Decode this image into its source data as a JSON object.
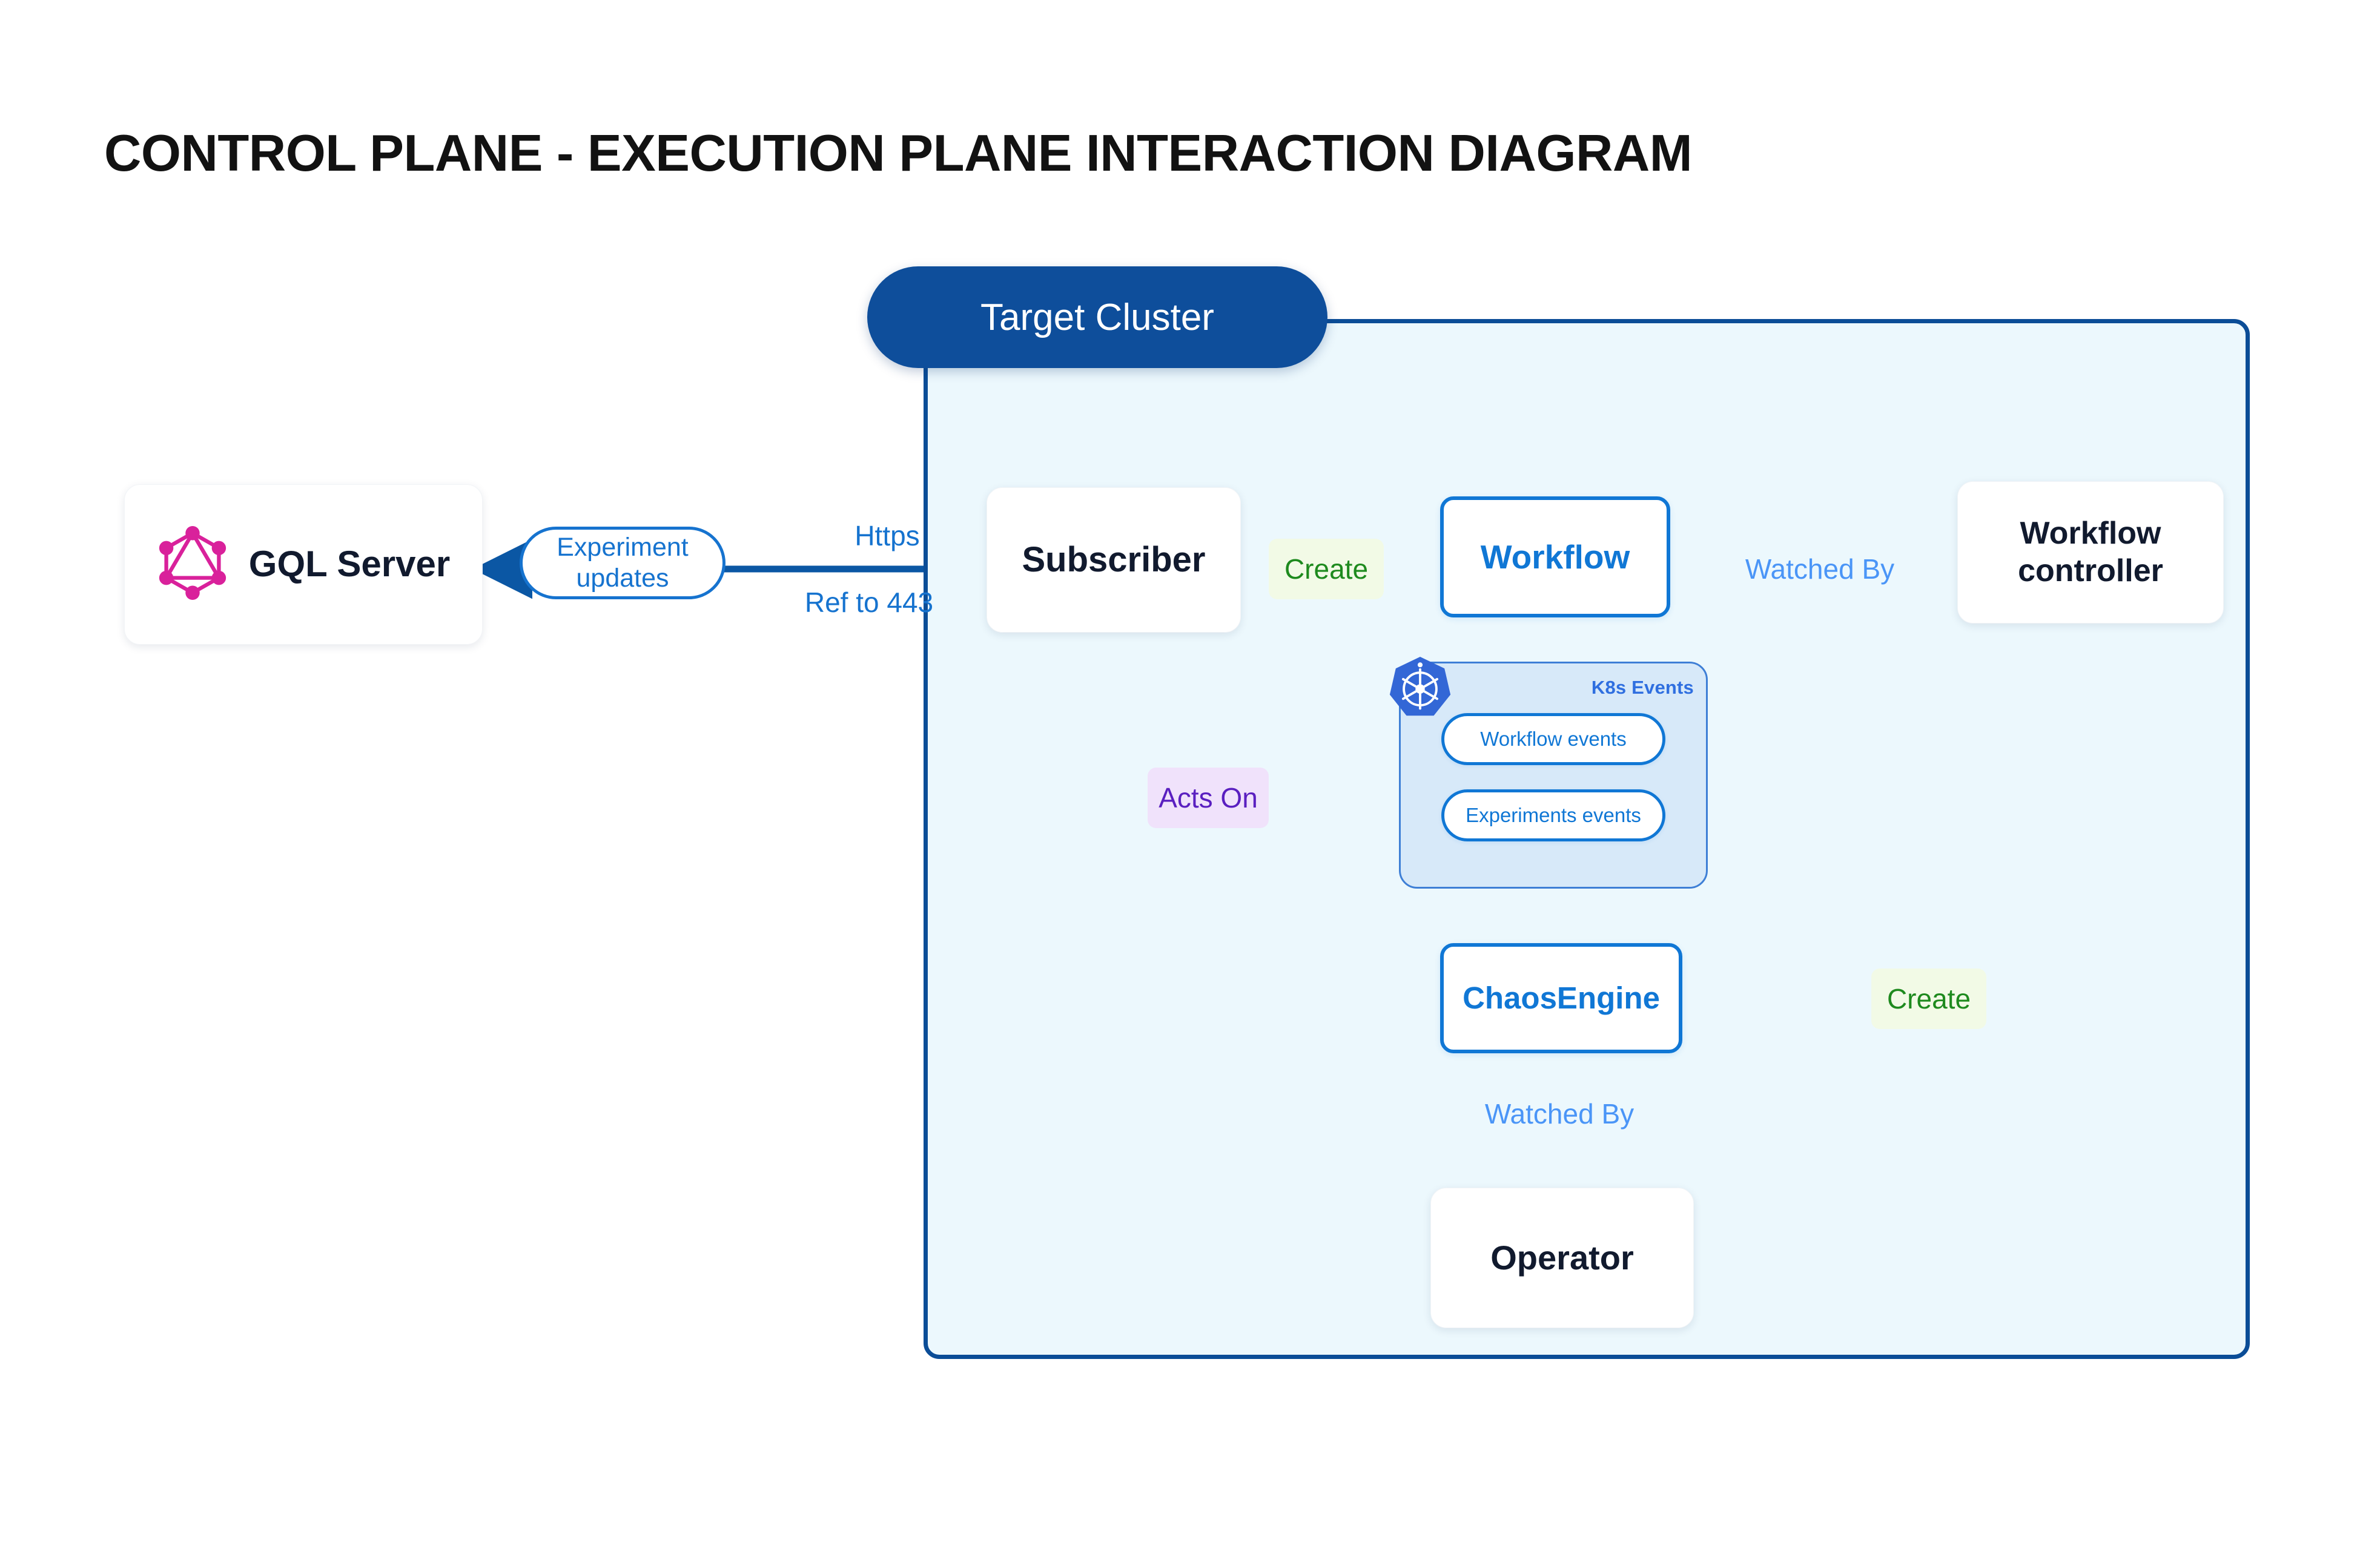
{
  "page": {
    "title": "CONTROL PLANE - EXECUTION PLANE INTERACTION DIAGRAM",
    "background": "#ffffff"
  },
  "colors": {
    "cluster_border": "#0B4D97",
    "cluster_fill": "#ECF8FD",
    "cluster_pill": "#0E4E9B",
    "blue_node": "#1077D5",
    "dark_text": "#111a2e",
    "green_edge": "#1E8A1E",
    "purple_edge": "#5A1FC0",
    "light_blue_edge": "#4A95F7",
    "dark_blue_edge": "#0B57A4",
    "gray_edge": "#4A5265",
    "k8s_blue": "#3367D6",
    "graphql_pink": "#D9219B",
    "k8s_group_fill": "#D7E9F9"
  },
  "cluster": {
    "label": "Target Cluster"
  },
  "nodes": {
    "gql_server": {
      "label": "GQL Server",
      "icon": "graphql-icon"
    },
    "subscriber": {
      "label": "Subscriber"
    },
    "workflow": {
      "label": "Workflow"
    },
    "workflow_controller": {
      "label": "Workflow controller"
    },
    "chaos_engine": {
      "label": "ChaosEngine"
    },
    "operator": {
      "label": "Operator"
    }
  },
  "k8s_events": {
    "group_label": "K8s Events",
    "icon": "kubernetes-icon",
    "items": [
      {
        "label": "Workflow events"
      },
      {
        "label": "Experiments events"
      }
    ]
  },
  "edges": [
    {
      "id": "subscriber-to-gql",
      "label": "Experiment updates",
      "style": "pill",
      "color": "#1673CF"
    },
    {
      "id": "https-label",
      "label": "Https",
      "color": "#1673CF"
    },
    {
      "id": "ref-443-label",
      "label": "Ref to 443",
      "color": "#1673CF"
    },
    {
      "id": "subscriber-to-workflow",
      "label": "Create",
      "color": "#1E8A1E"
    },
    {
      "id": "workflow-to-controller",
      "label": "Watched By",
      "color": "#4A95F7"
    },
    {
      "id": "subscriber-to-k8s-events",
      "label": "Acts On",
      "color": "#5A1FC0"
    },
    {
      "id": "controller-to-chaosengine",
      "label": "Create",
      "color": "#1E8A1E"
    },
    {
      "id": "chaosengine-to-operator",
      "label": "Watched By",
      "color": "#4A95F7"
    }
  ]
}
